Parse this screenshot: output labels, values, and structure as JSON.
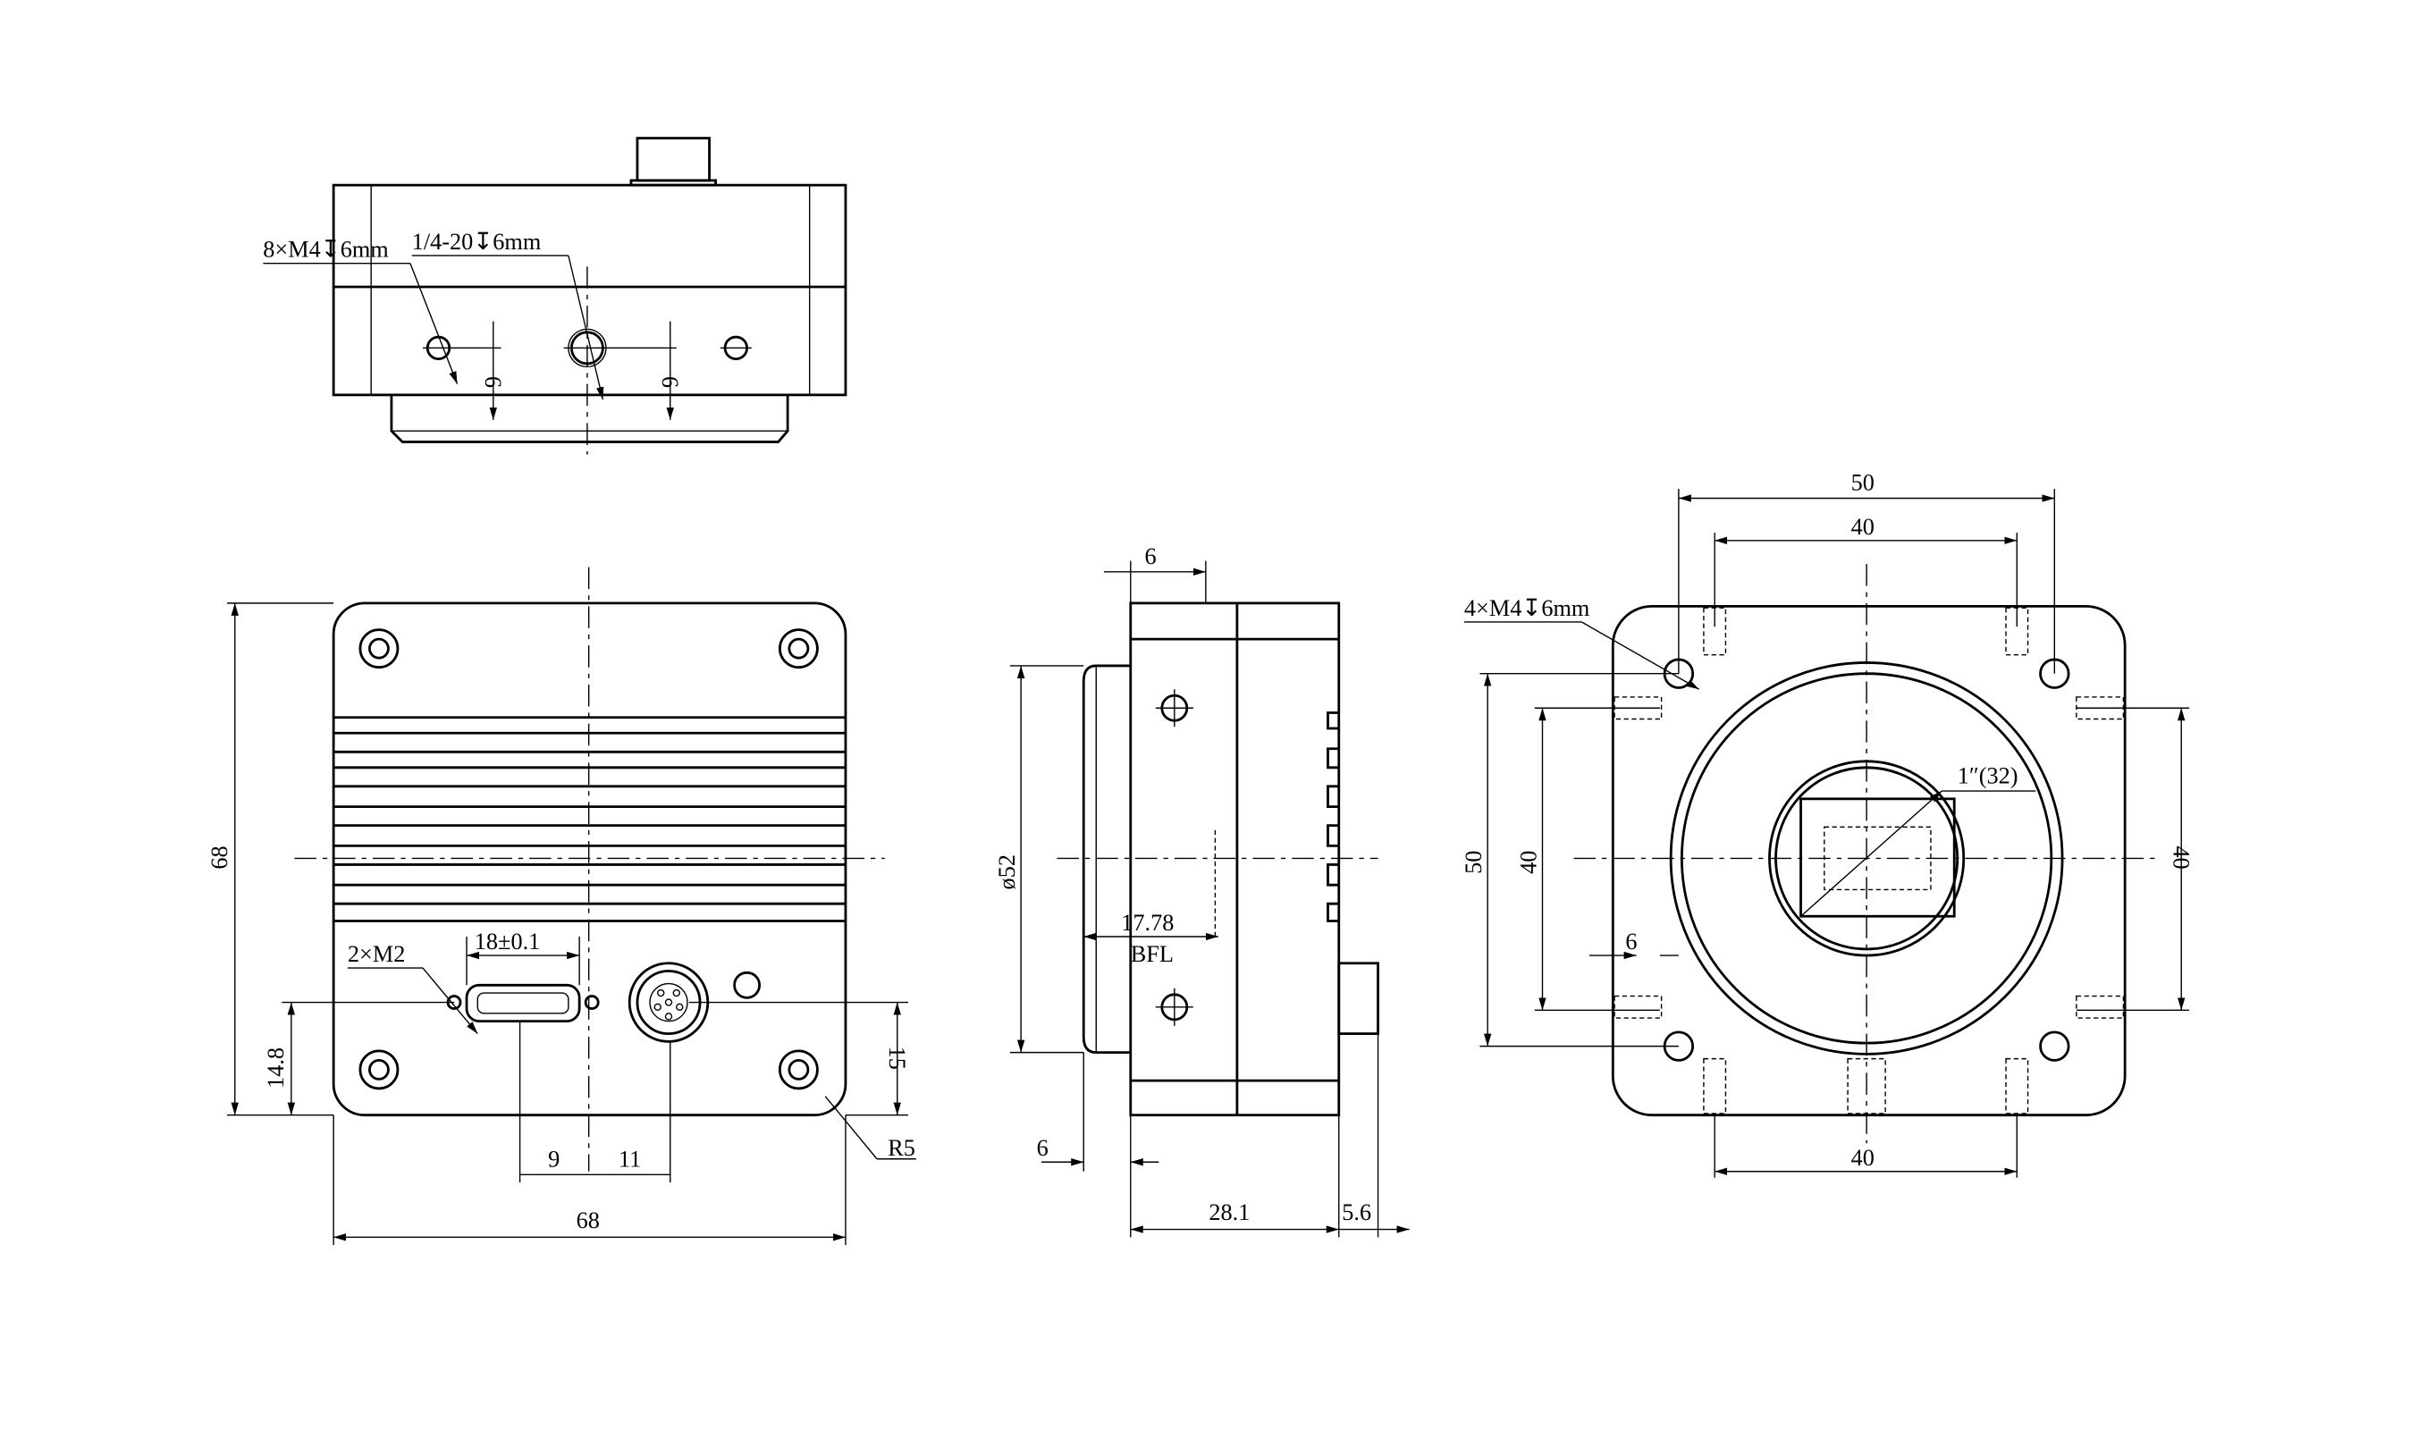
{
  "top_view": {
    "label_m4": "8×M4↧6mm",
    "label_tripod": "1/4-20↧6mm",
    "dim_a": "6",
    "dim_b": "6"
  },
  "front_view": {
    "height": "68",
    "width": "68",
    "label_m2": "2×M2",
    "usb_width": "18±0.1",
    "dim_left_bottom": "14.8",
    "dim_right_bottom": "15",
    "dim_9": "9",
    "dim_11": "11",
    "radius": "R5"
  },
  "side_view": {
    "dim_top": "6",
    "diameter": "ø52",
    "bfl_value": "17.78",
    "bfl_label": "BFL",
    "dim_bottom": "6",
    "depth": "28.1",
    "connector": "5.6"
  },
  "rear_view": {
    "width_outer": "50",
    "width_inner": "40",
    "width_bottom": "40",
    "height_outer": "50",
    "height_inner": "40",
    "height_right": "40",
    "dim_6": "6",
    "label_m4": "4×M4↧6mm",
    "sensor": "1″(32)"
  },
  "colors": {
    "line": "#000000",
    "background": "#ffffff"
  }
}
